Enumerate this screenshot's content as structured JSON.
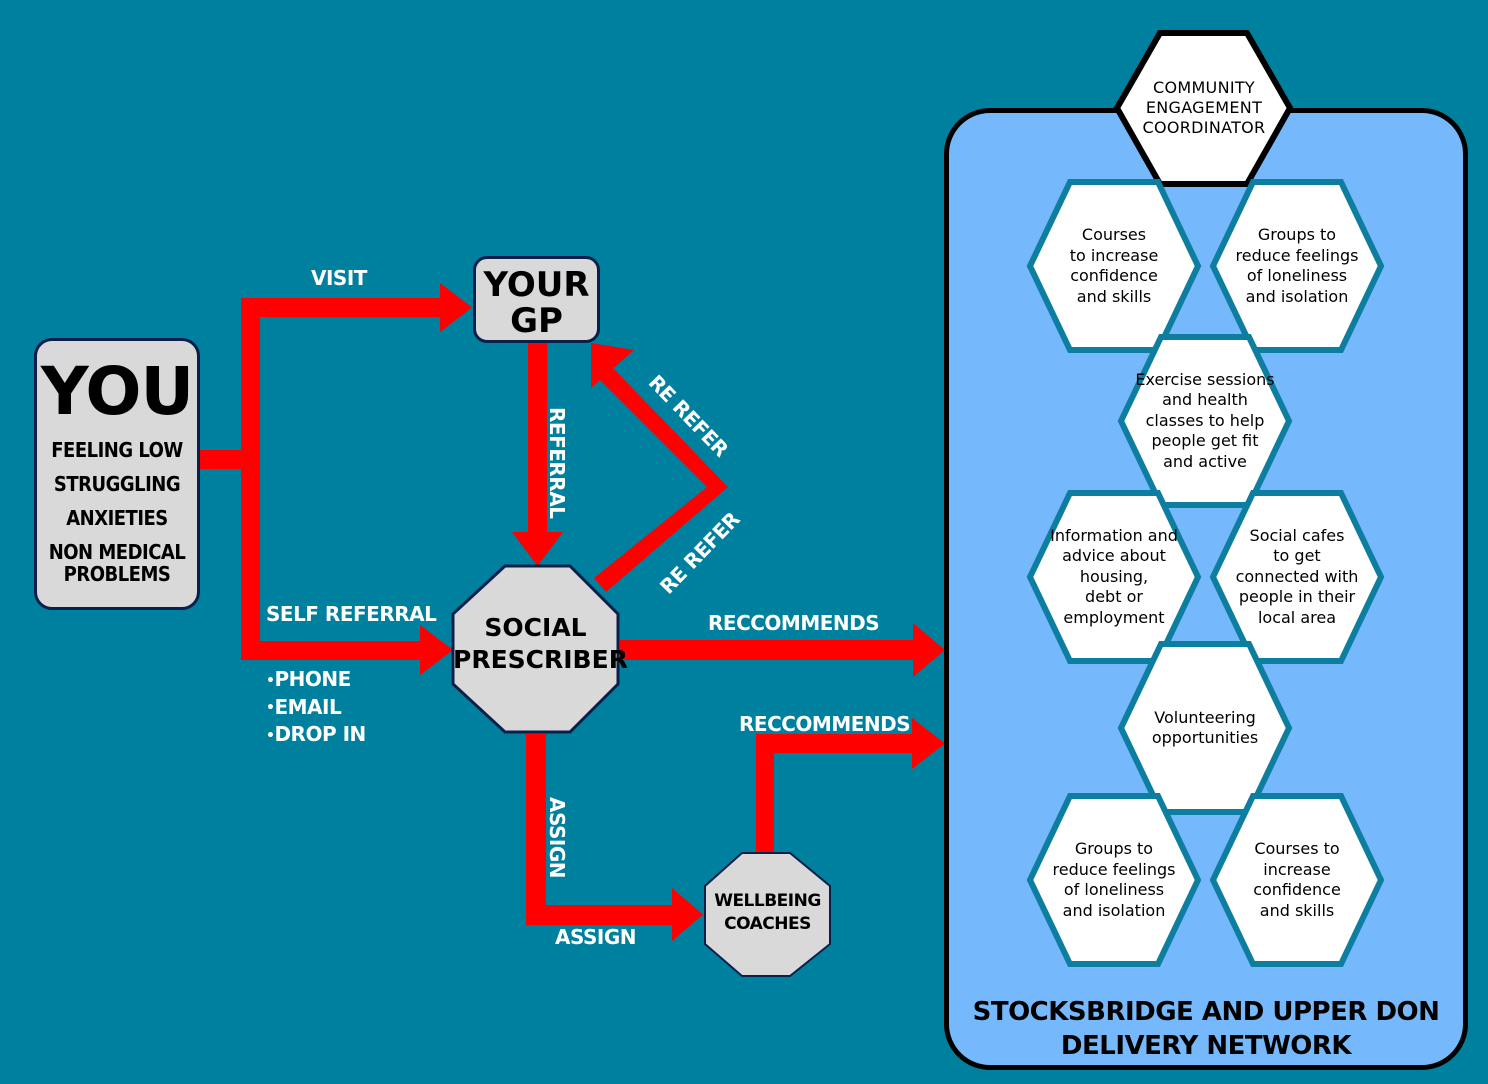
{
  "colors": {
    "background": "#00809f",
    "arrow": "#ff0000",
    "node_fill": "#d9d9d9",
    "network_fill": "#75b8fb",
    "hex_border": "#0d7ea0"
  },
  "you": {
    "title": "YOU",
    "items": [
      "FEELING LOW",
      "STRUGGLING",
      "ANXIETIES",
      "NON MEDICAL",
      "PROBLEMS"
    ]
  },
  "gp": {
    "line1": "YOUR",
    "line2": "GP"
  },
  "social_prescriber": {
    "line1": "SOCIAL",
    "line2": "PRESCRIBER"
  },
  "wellbeing": {
    "line1": "WELLBEING",
    "line2": "COACHES"
  },
  "edges": {
    "visit": "VISIT",
    "referral": "REFERRAL",
    "re_refer_top": "RE REFER",
    "re_refer_bottom": "RE REFER",
    "self_referral": "SELF REFERRAL",
    "recommends_1": "RECCOMMENDS",
    "recommends_2": "RECCOMMENDS",
    "assign_vertical": "ASSIGN",
    "assign_horizontal": "ASSIGN"
  },
  "self_referral_methods": [
    "PHONE",
    "EMAIL",
    "DROP IN"
  ],
  "network": {
    "coordinator": [
      "COMMUNITY",
      "ENGAGEMENT",
      "COORDINATOR"
    ],
    "title_line1": "STOCKSBRIDGE AND UPPER DON",
    "title_line2": "DELIVERY NETWORK",
    "services": [
      [
        "Courses",
        "to increase",
        "confidence",
        "and skills"
      ],
      [
        "Groups to",
        "reduce feelings",
        "of loneliness",
        "and isolation"
      ],
      [
        "Exercise sessions",
        "and health",
        "classes to help",
        "people get fit",
        "and active"
      ],
      [
        "Information and",
        "advice about",
        "housing,",
        "debt or",
        "employment"
      ],
      [
        "Social cafes",
        "to get",
        "connected with",
        "people in their",
        "local area"
      ],
      [
        "Volunteering",
        "opportunities"
      ],
      [
        "Groups to",
        "reduce feelings",
        "of loneliness",
        "and isolation"
      ],
      [
        "Courses to",
        "increase",
        "confidence",
        "and skills"
      ]
    ]
  }
}
